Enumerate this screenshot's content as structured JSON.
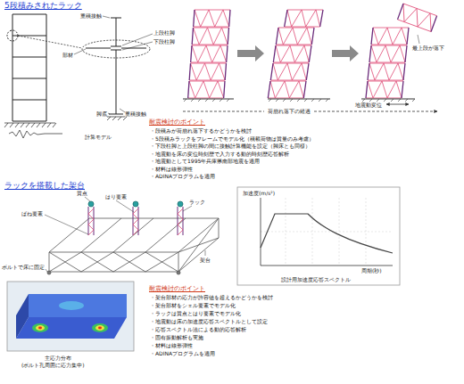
{
  "diagram": {
    "labels": [
      "5段積みされたラック",
      "重積接触",
      "上段柱脚",
      "下段柱脚",
      "部材",
      "脚底",
      "重積接触",
      "計算モデル",
      "最上段が落下",
      "地震動変位",
      "荷崩れ落下の経過",
      "耐震検討のポイント",
      "・段積みが荷崩れ落下するかどうかを検討",
      "・5段積みラックをフレームでモデル化（積載荷物は質量のみ考慮）",
      "・下段柱脚と上段柱脚の間に接触計算機能を設定（脚床とも同様）",
      "・地震動を床の変位時刻歴で入力する動的時刻歴応答解析",
      "・地震動として1995年兵庫県南部地震を適用",
      "・材料は線形弾性",
      "・ADINAプログラムを適用",
      "ラックを搭載した架台",
      "質点",
      "ばね要素",
      "はり要素",
      "ラック",
      "架台",
      "ボルトで床に固定",
      "加速度(m/s²)",
      "周期(秒)",
      "設計用加速度応答スペクトル",
      "主応力分布",
      "(ボルト孔周囲に応力集中)",
      "耐震検討のポイント",
      "・架台部材の応力が許容値を超えるかどうかを検討",
      "・架台部材をシェル要素でモデル化",
      "・ラックは質点とはり要素でモデル化",
      "・地震動は床の加速度応答スペクトルとして設定",
      "・応答スペクトル法による動的応答解析",
      "・固有振動解析も実施",
      "・材料は線形弾性",
      "・ADINAプログラムを適用"
    ]
  }
}
